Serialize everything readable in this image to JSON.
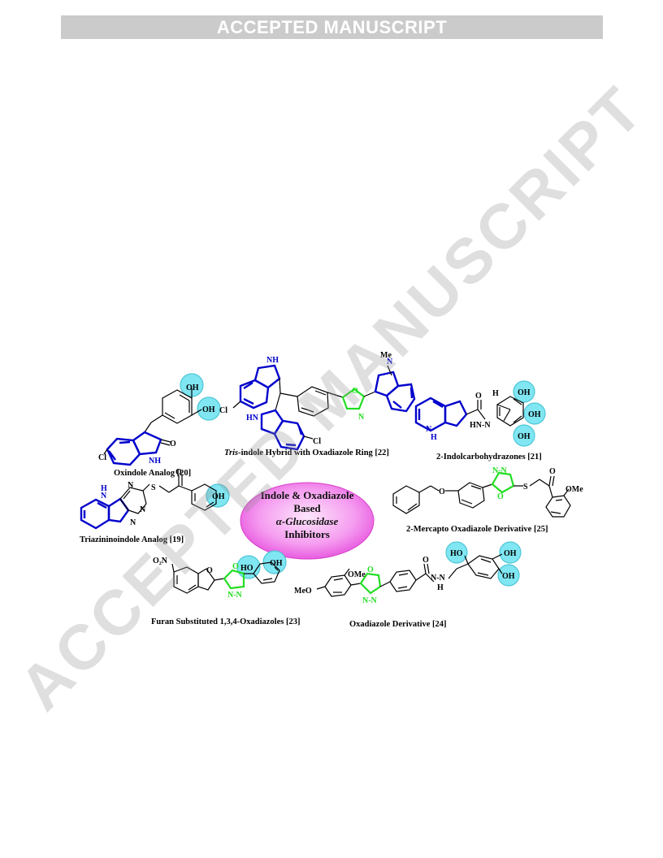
{
  "header": {
    "banner_text": "ACCEPTED MANUSCRIPT"
  },
  "watermark": {
    "text": "ACCEPTED MANUSCRIPT"
  },
  "figure": {
    "center_lines": [
      "Indole & Oxadiazole",
      "Based",
      "α-Glucosidase",
      "Inhibitors"
    ],
    "labels": {
      "oxindole": "Oxindole Analog [20]",
      "tris_italic": "Tris",
      "tris_rest": "-indole Hybrid with Oxadiazole Ring [22]",
      "indolcarbo": "2-Indolcarbohydrazones [21]",
      "triazino": "Triazininoindole Analog [19]",
      "mercapto": "2-Mercapto Oxadiazole Derivative [25]",
      "furan": "Furan Substituted 1,3,4-Oxadiazoles [23]",
      "oxadiazole": "Oxadiazole Derivative [24]"
    },
    "atoms": {
      "oh": "OH",
      "ho": "HO",
      "cl": "Cl",
      "nh": "NH",
      "hn": "HN",
      "h": "H",
      "n": "N",
      "o": "O",
      "s": "S",
      "me": "Me",
      "ome": "OMe",
      "meo": "MeO",
      "o2n": "O₂N",
      "hnn": "HN-N",
      "nn": "N-N",
      "hydrazide": "N-N"
    },
    "colors": {
      "indole": "#0000cc",
      "oxadiazole": "#22dd22",
      "hydroxyl_highlight": "#7fe6f2",
      "center_ellipse": "#f06cec"
    }
  }
}
